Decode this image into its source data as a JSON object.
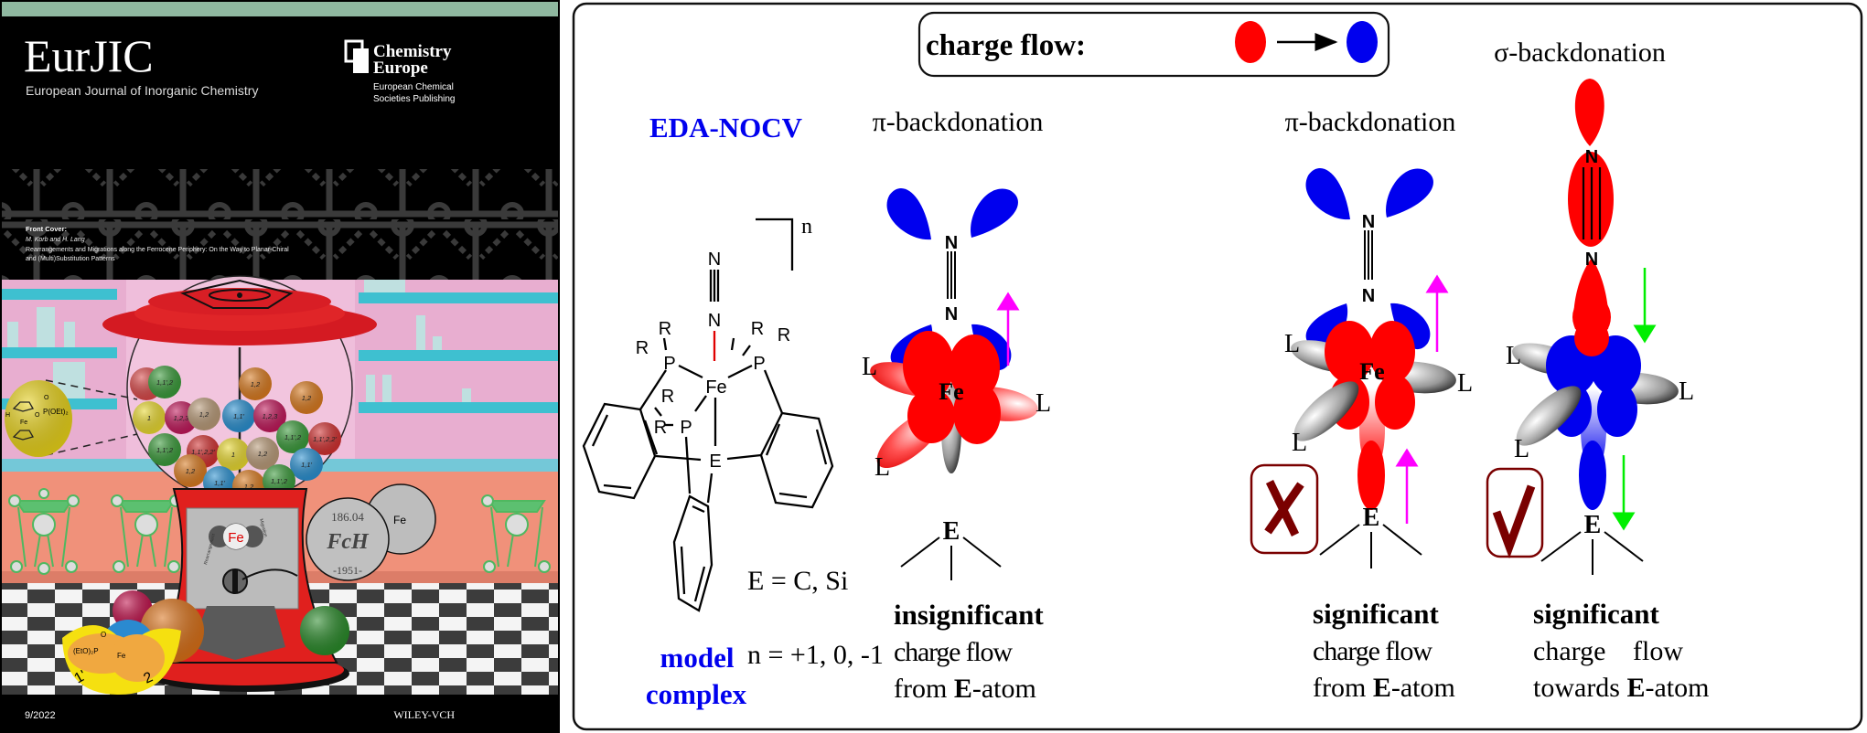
{
  "cover": {
    "journal_abbrev": "EurJIC",
    "journal_name": "European Journal of Inorganic Chemistry",
    "publisher_logo_line1": "Chemistry",
    "publisher_logo_line2": "Europe",
    "publisher_sub1": "European Chemical",
    "publisher_sub2": "Societies Publishing",
    "front_cover_label": "Front Cover:",
    "authors": "M. Korb and H. Lang",
    "article_title_line1": "Rearrangements and Migrations along the Ferrocene Periphery: On the Way to Planar-Chiral",
    "article_title_line2": "and (Multi)Substitution Patterns",
    "issue": "9/2022",
    "publisher": "WILEY-VCH",
    "ball_labels": [
      "1,1',2",
      "1",
      "1,2,3",
      "1,2",
      "1,1'",
      "1,2,3",
      "1,2",
      "1,2",
      "1,1',2",
      "1,1',2,2'",
      "1,1',2",
      "1,1',2,2'",
      "1",
      "1,2",
      "1,1'",
      "1,2",
      "1,1'",
      "1,2",
      "1,1',2"
    ],
    "callout": {
      "o": "O",
      "p": "P(OEt)₂",
      "h": "H",
      "fe": "Fe",
      "o2": "O"
    },
    "machine": {
      "left_label": "Rearrangement",
      "right_label": "Migration",
      "center": "Fe"
    },
    "coin": {
      "top": "186.04",
      "mid": "FcH",
      "bottom": "-1951-",
      "fe": "Fe"
    },
    "cracked_ball": {
      "group": "(EtO)₂P",
      "o": "O",
      "fe": "Fe",
      "pos1": "1'",
      "pos2": "2"
    },
    "colors": {
      "strip": "#8fb8a0",
      "wall": "#e8aed0",
      "floor": "#f0917a",
      "machine_red": "#e0201e"
    }
  },
  "panel": {
    "legend": {
      "label": "charge flow:",
      "from_color": "#ff0000",
      "to_color": "#0000ff"
    },
    "method": "EDA-NOCV",
    "model_line1": "model",
    "model_line2": "complex",
    "element_def": "E = C, Si",
    "charge_def": "n = +1, 0, -1",
    "structure": {
      "n": "n",
      "N_top": "N",
      "N_low": "N",
      "Fe": "Fe",
      "E": "E",
      "P": "P",
      "R": "R"
    },
    "columns": [
      {
        "title": "π-backdonation",
        "verdict_bold": "insignificant",
        "line2": "charge flow",
        "line3_pre": "from ",
        "line3_bold": "E",
        "line3_post": "-atom",
        "metal": "Fe",
        "ligand": "L",
        "atom": "E",
        "n": "N"
      },
      {
        "title": "π-backdonation",
        "verdict_bold": "significant",
        "line2": "charge flow",
        "line3_pre": "from ",
        "line3_bold": "E",
        "line3_post": "-atom",
        "metal": "Fe",
        "ligand": "L",
        "atom": "E",
        "n": "N",
        "mark": "cross"
      },
      {
        "title": "σ-backdonation",
        "verdict_bold": "significant",
        "line2_a": "charge",
        "line2_b": "flow",
        "line3_pre": "towards ",
        "line3_bold": "E",
        "line3_post": "-atom",
        "ligand": "L",
        "atom": "E",
        "n": "N",
        "mark": "check"
      }
    ],
    "colors": {
      "blue": "#0000ee",
      "red": "#ff0000",
      "magenta": "#ff00ff",
      "green": "#00ee00",
      "mark": "#7a0000"
    }
  }
}
